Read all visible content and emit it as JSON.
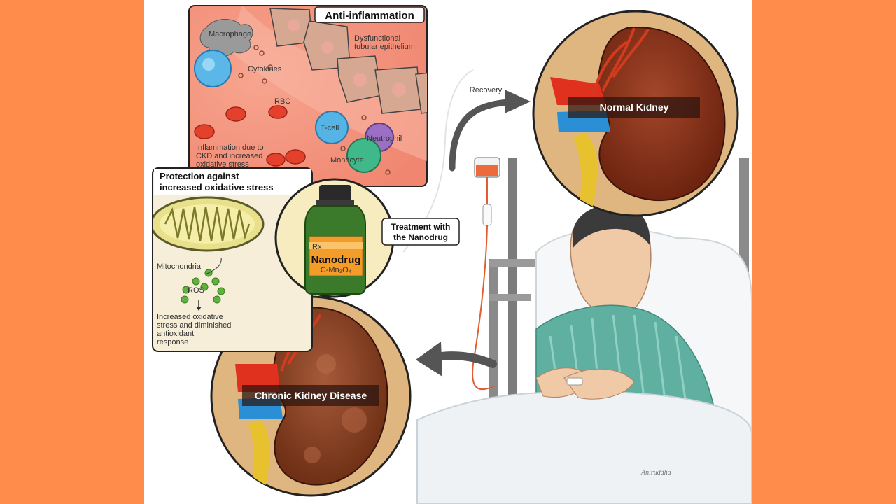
{
  "anti_inflammation": {
    "title": "Anti-inflammation",
    "macrophage": "Macrophage",
    "epithelium_line1": "Dysfunctional",
    "epithelium_line2": "tubular epithelium",
    "cytokines": "Cytokines",
    "rbc": "RBC",
    "tcell": "T-cell",
    "neutrophil": "Neutrophil",
    "monocyte": "Monocyte",
    "inflammation_line1": "Inflammation due to",
    "inflammation_line2": "CKD and increased",
    "inflammation_line3": "oxidative stress"
  },
  "protection": {
    "title_line1": "Protection against",
    "title_line2": "increased oxidative stress",
    "mitochondria": "Mitochondria",
    "ros": "ROS",
    "result_line1": "Increased oxidative",
    "result_line2": "stress and diminished",
    "result_line3": "antioxidant",
    "result_line4": "response"
  },
  "drug": {
    "rx": "Rx",
    "name": "Nanodrug",
    "formula": "C-Mn₃O₄"
  },
  "treatment_label_line1": "Treatment with",
  "treatment_label_line2": "the Nanodrug",
  "recovery_label": "Recovery",
  "normal_kidney_label": "Normal Kidney",
  "ckd_label": "Chronic Kidney Disease",
  "signature": "Aniruddha",
  "colors": {
    "background": "#ff8c4b",
    "circle_fill": "#dfb580",
    "kidney_healthy": "#8a3318",
    "kidney_diseased": "#8c4426",
    "artery": "#e0301e",
    "vein": "#2a8fd4",
    "ureter": "#e8c22e",
    "shirt": "#5fb0a0"
  }
}
